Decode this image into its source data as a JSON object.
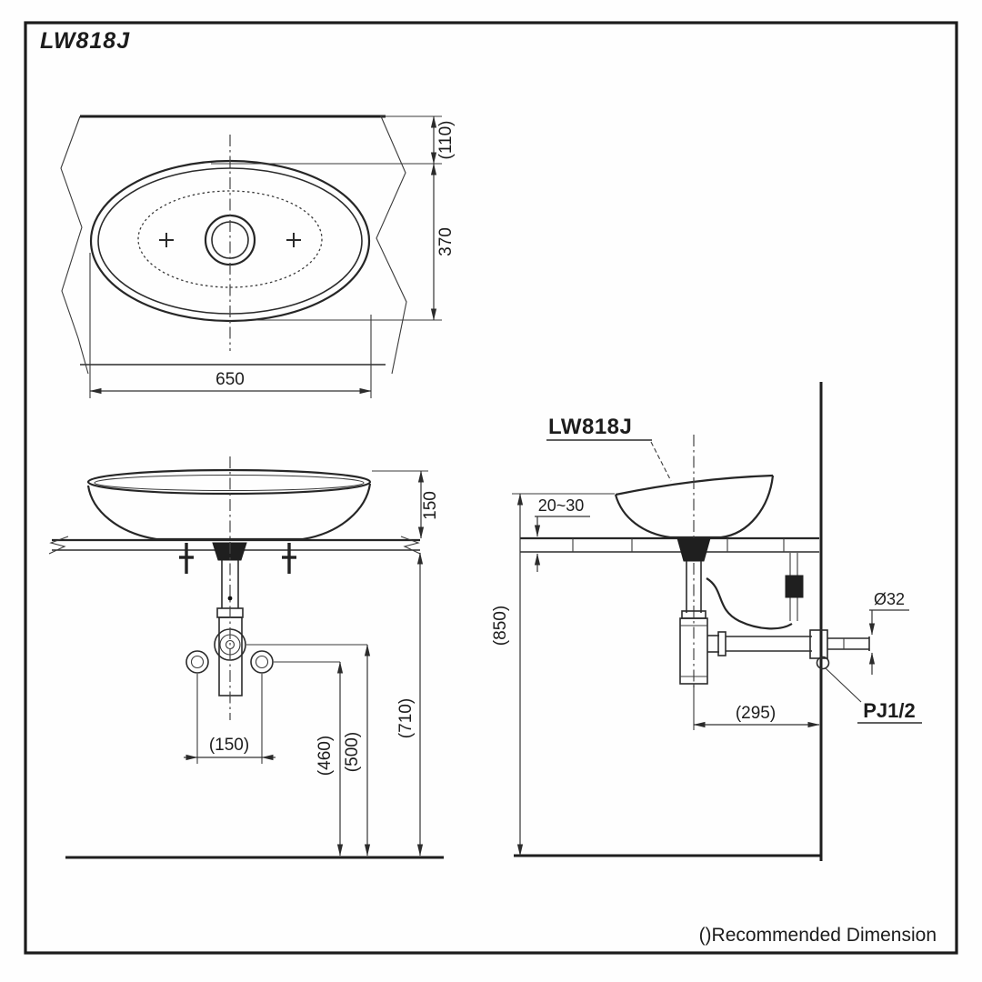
{
  "drawing": {
    "title": "LW818J",
    "footnote": "()Recommended Dimension"
  },
  "top_view": {
    "width": "650",
    "depth": "370",
    "rim_offset": "(110)"
  },
  "front_view": {
    "bowl_height": "150",
    "counter_underside_height": "(710)",
    "left_supply_height": "(460)",
    "drain_valve_height": "(500)",
    "supply_spacing": "(150)"
  },
  "side_view": {
    "product_label": "LW818J",
    "rim_height": "(850)",
    "counter_thickness": "20~30",
    "trap_wall_offset": "(295)",
    "drain_pipe_diameter": "Ø32",
    "wall_supply_label": "PJ1/2"
  }
}
